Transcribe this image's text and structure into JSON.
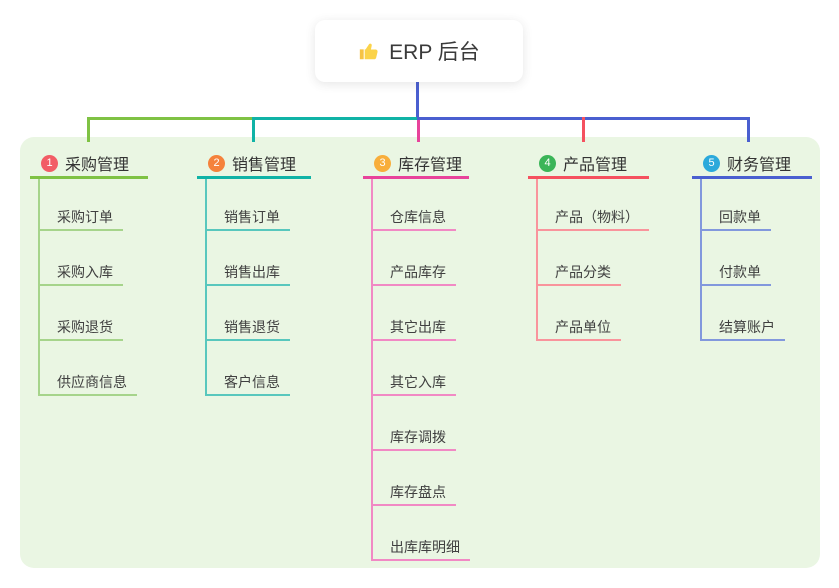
{
  "root": {
    "icon": "thumbs-up-icon",
    "label": "ERP 后台"
  },
  "colors": {
    "panel_background": "#eaf6e3",
    "root_connector": "#4a5fd0",
    "thumb_icon": "#f6cискать344"
  },
  "branches": [
    {
      "num": "1",
      "label": "采购管理",
      "badge_color": "#f25d66",
      "line_color": "#7fc244",
      "sub_line_color": "#a6d48b",
      "children": [
        "采购订单",
        "采购入库",
        "采购退货",
        "供应商信息"
      ]
    },
    {
      "num": "2",
      "label": "销售管理",
      "badge_color": "#f5823c",
      "line_color": "#10b3a6",
      "sub_line_color": "#58c7bd",
      "children": [
        "销售订单",
        "销售出库",
        "销售退货",
        "客户信息"
      ]
    },
    {
      "num": "3",
      "label": "库存管理",
      "badge_color": "#f8ae3b",
      "line_color": "#e8439b",
      "sub_line_color": "#f189c4",
      "children": [
        "仓库信息",
        "产品库存",
        "其它出库",
        "其它入库",
        "库存调拨",
        "库存盘点",
        "出库库明细"
      ]
    },
    {
      "num": "4",
      "label": "产品管理",
      "badge_color": "#3bb558",
      "line_color": "#f5515f",
      "sub_line_color": "#f9949c",
      "children": [
        "产品（物料）",
        "产品分类",
        "产品单位"
      ]
    },
    {
      "num": "5",
      "label": "财务管理",
      "badge_color": "#2ba9db",
      "line_color": "#4a5fd0",
      "sub_line_color": "#8298dd",
      "children": [
        "回款单",
        "付款单",
        "结算账户"
      ]
    }
  ]
}
